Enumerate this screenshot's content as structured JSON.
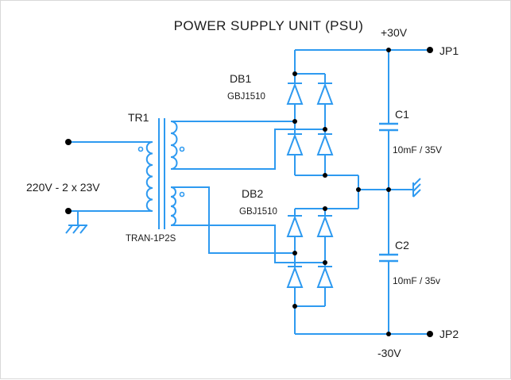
{
  "title": "POWER SUPPLY UNIT (PSU)",
  "colors": {
    "wire": "#2e9af0",
    "text": "#1c1c1c",
    "junction": "#000000",
    "background": "#ffffff"
  },
  "rails": {
    "positive": "+30V",
    "negative": "-30V"
  },
  "connectors": {
    "jp1": "JP1",
    "jp2": "JP2"
  },
  "transformer": {
    "ref": "TR1",
    "model": "TRAN-1P2S",
    "winding_spec": "220V - 2 x 23V"
  },
  "rectifiers": {
    "db1": {
      "ref": "DB1",
      "model": "GBJ1510"
    },
    "db2": {
      "ref": "DB2",
      "model": "GBJ1510"
    }
  },
  "capacitors": {
    "c1": {
      "ref": "C1",
      "value": "10mF / 35V"
    },
    "c2": {
      "ref": "C2",
      "value": "10mF / 35v"
    }
  }
}
